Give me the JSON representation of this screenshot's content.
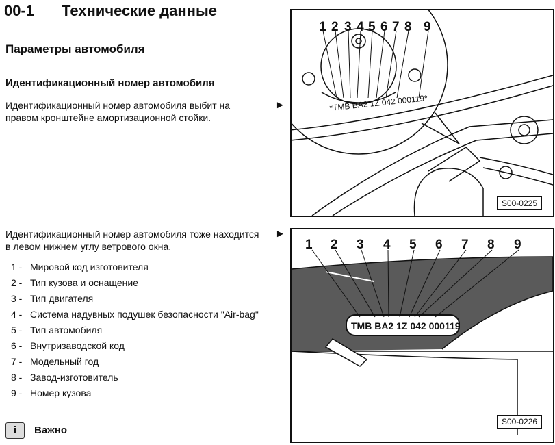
{
  "header": {
    "section_number": "00-1",
    "title": "Технические данные"
  },
  "subtitle": "Параметры автомобиля",
  "vin_heading": "Идентификационный номер автомобиля",
  "paragraph_1": "Идентификационный номер автомобиля выбит на правом кронштейне амортизационной стойки.",
  "paragraph_2": "Идентификационный номер автомобиля тоже находится в левом нижнем углу ветрового окна.",
  "arrow": "►",
  "legend": [
    {
      "num": "1 -",
      "text": "Мировой код изготовителя"
    },
    {
      "num": "2 -",
      "text": "Тип кузова и оснащение"
    },
    {
      "num": "3 -",
      "text": "Тип двигателя"
    },
    {
      "num": "4 -",
      "text": "Система надувных подушек безопасности \"Air-bag\""
    },
    {
      "num": "5 -",
      "text": "Тип автомобиля"
    },
    {
      "num": "6 -",
      "text": "Внутризаводской код"
    },
    {
      "num": "7 -",
      "text": "Модельный год"
    },
    {
      "num": "8 -",
      "text": "Завод-изготовитель"
    },
    {
      "num": "9 -",
      "text": "Номер кузова"
    }
  ],
  "important": {
    "icon": "info-icon",
    "icon_glyph": "i",
    "label": "Важно"
  },
  "figure_1": {
    "label": "S00-0225",
    "numbers": [
      "1",
      "2",
      "3",
      "4",
      "5",
      "6",
      "7",
      "8",
      "9"
    ],
    "vin_text": "*TMB BA2 1Z 042 000119*"
  },
  "figure_2": {
    "label": "S00-0226",
    "numbers": [
      "1",
      "2",
      "3",
      "4",
      "5",
      "6",
      "7",
      "8",
      "9"
    ],
    "vin_text": "TMB BA2 1Z 042 000119"
  }
}
